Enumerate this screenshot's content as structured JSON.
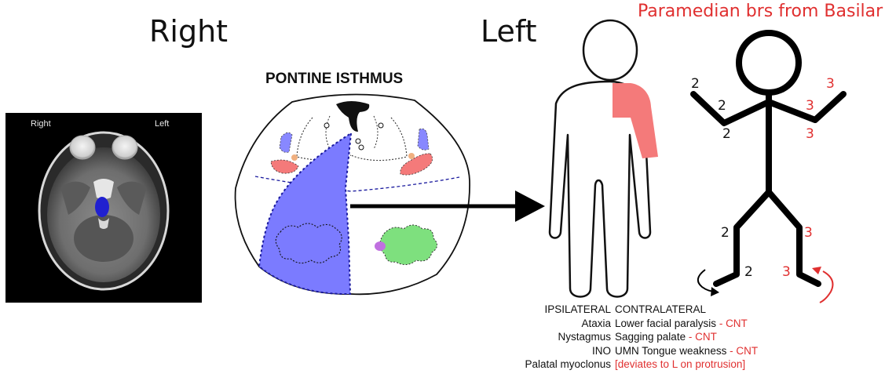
{
  "headings": {
    "right": "Right",
    "left": "Left",
    "artery": "Paramedian brs from Basilar",
    "pons_title": "PONTINE ISTHMUS"
  },
  "mri": {
    "right_label": "Right",
    "left_label": "Left"
  },
  "stick_figure": {
    "ipsilateral_strength": "2",
    "contralateral_strength": "3"
  },
  "table": {
    "header": {
      "ipsilateral": "IPSILATERAL",
      "contralateral": "CONTRALATERAL"
    },
    "rows": [
      {
        "ipsi": "Ataxia",
        "contra": "Lower facial paralysis",
        "sep": " - ",
        "tag": "CNT"
      },
      {
        "ipsi": "Nystagmus",
        "contra": "Sagging palate",
        "sep": " - ",
        "tag": "CNT"
      },
      {
        "ipsi": "INO",
        "contra": "UMN Tongue weakness",
        "sep": " - ",
        "tag": "CNT"
      },
      {
        "ipsi": "Palatal myoclonus",
        "contra": "",
        "sep": "",
        "tag": "[deviates to L on protrusion]"
      }
    ]
  },
  "colors": {
    "lesion_blue": "#7b7bff",
    "deficit_red": "#f47a7a",
    "annotation_red": "#e03030",
    "green_nucleus": "#7ee07e",
    "purple_nucleus": "#c070e0"
  }
}
